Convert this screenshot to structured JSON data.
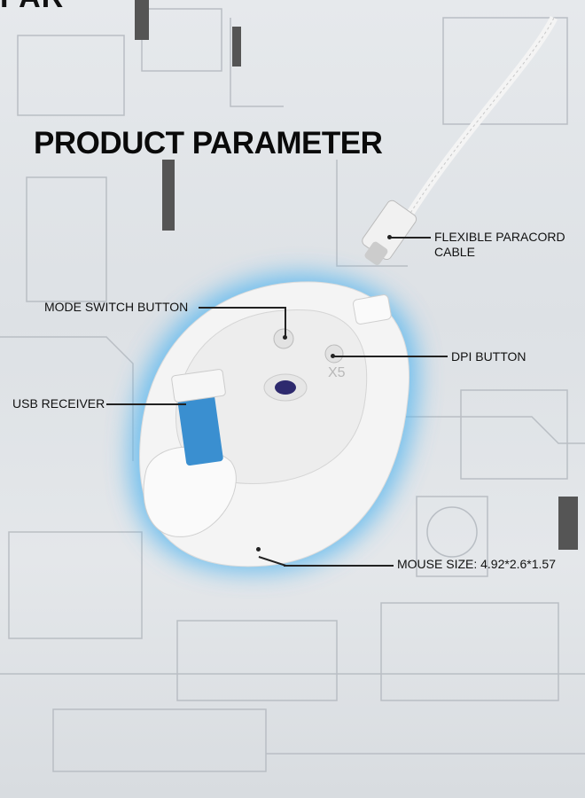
{
  "header": {
    "cut_title": "PAR",
    "title": "PRODUCT PARAMETER"
  },
  "callouts": {
    "cable": "FLEXIBLE PARACORD CABLE",
    "mode_switch": "MODE SWITCH BUTTON",
    "dpi": "DPI BUTTON",
    "usb": "USB RECEIVER",
    "size": "MOUSE SIZE: 4.92*2.6*1.57"
  },
  "product": {
    "model": "X5"
  },
  "colors": {
    "glow": "#5ab8f0",
    "mouse": "#f4f4f4",
    "receiver": "#3a8fd0"
  }
}
